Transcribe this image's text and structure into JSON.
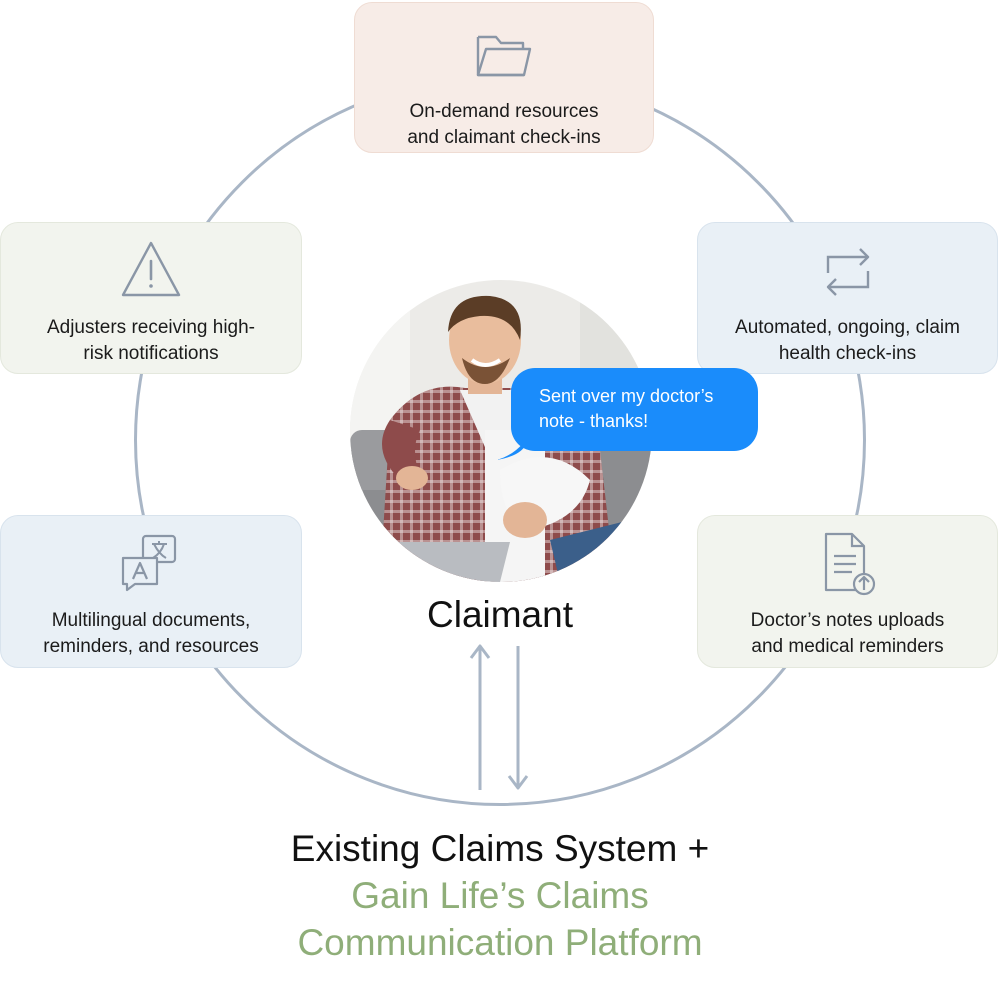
{
  "cards": {
    "top": {
      "label": "On-demand resources\nand claimant check-ins",
      "icon": "folder-icon"
    },
    "top_left": {
      "label": "Adjusters receiving high-\nrisk notifications",
      "icon": "warning-icon"
    },
    "top_right": {
      "label": "Automated, ongoing, claim\nhealth check-ins",
      "icon": "repeat-icon"
    },
    "bottom_left": {
      "label": "Multilingual documents,\nreminders, and resources",
      "icon": "translate-icon"
    },
    "bottom_right": {
      "label": "Doctor’s notes uploads\nand medical reminders",
      "icon": "document-upload-icon"
    }
  },
  "center": {
    "bubble_text": "Sent over my doctor’s note - thanks!",
    "label": "Claimant"
  },
  "footer": {
    "line1": "Existing Claims System +",
    "line2": "Gain Life’s Claims\nCommunication Platform"
  },
  "colors": {
    "ring": "#a9b6c6",
    "bubble": "#1a8cfb",
    "brand_green": "#8fae79",
    "icon_gray": "#8a96a6"
  }
}
